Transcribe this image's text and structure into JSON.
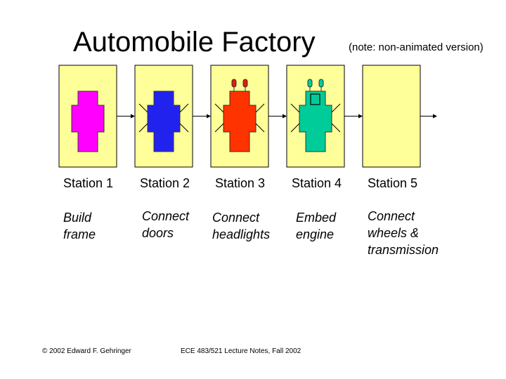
{
  "title": "Automobile Factory",
  "note": "(note: non-animated version)",
  "stations": [
    {
      "label": "Station 1",
      "description": "Build\nframe",
      "car_color": "#ff00ff",
      "has_car": true,
      "doors": false,
      "headlights": false,
      "engine": false
    },
    {
      "label": "Station 2",
      "description": "Connect\ndoors",
      "car_color": "#2222ee",
      "has_car": true,
      "doors": true,
      "headlights": false,
      "engine": false
    },
    {
      "label": "Station 3",
      "description": "Connect\nheadlights",
      "car_color": "#ff3300",
      "has_car": true,
      "doors": true,
      "headlights": true,
      "engine": false
    },
    {
      "label": "Station 4",
      "description": "Embed\nengine",
      "car_color": "#00cc99",
      "has_car": true,
      "doors": true,
      "headlights": true,
      "engine": true
    },
    {
      "label": "Station 5",
      "description": "Connect\nwheels &\ntransmission",
      "car_color": "",
      "has_car": false,
      "doors": false,
      "headlights": false,
      "engine": false
    }
  ],
  "colors": {
    "station_fill": "#ffff99",
    "station_border": "#000000",
    "headlight": "#dd2200"
  },
  "footer": {
    "left": "© 2002 Edward F. Gehringer",
    "center": "ECE 483/521 Lecture Notes, Fall 2002"
  }
}
